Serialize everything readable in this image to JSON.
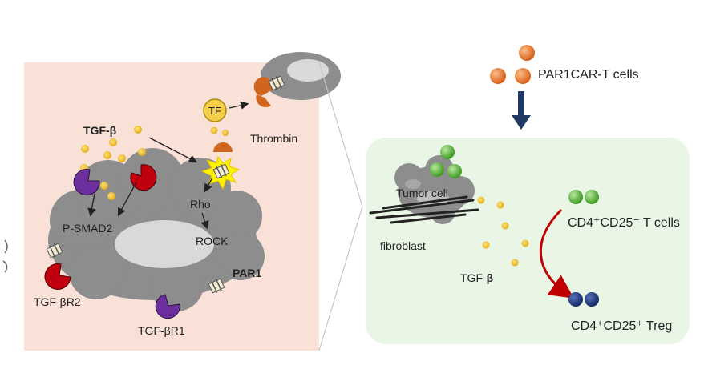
{
  "left_panel": {
    "tgfb_label": "TGF-β",
    "tf_label": "TF",
    "thrombin_label": "Thrombin",
    "rho_label": "Rho",
    "rock_label": "ROCK",
    "psmad2_label": "P-SMAD2",
    "par1_label": "PAR1",
    "tgfbr2_label": "TGF-βR2",
    "tgfbr1_label": "TGF-βR1"
  },
  "right_panel": {
    "car_t_label": "PAR1CAR-T cells",
    "tumor_cell_label": "Tumor cell",
    "fibroblast_label": "fibroblast",
    "tgfb_label": "TGF-",
    "tgfb_beta": "β",
    "tcells_label": "CD4⁺CD25⁻ T cells",
    "treg_label": "CD4⁺CD25⁺ Treg"
  },
  "colors": {
    "left_bg": "#f9e1d8",
    "right_bg": "#e9f6e6",
    "cell_gray": "#8d8d8d",
    "nucleus": "#d9d9d9",
    "tgfb_dot": "#f2c130",
    "receptor_red": "#c0000f",
    "receptor_purple": "#6e2f9e",
    "thrombin": "#d0661e",
    "car_t": "#e87a28",
    "tcell_green": "#5fb83a",
    "treg_blue": "#1f3a80",
    "arrow_navy": "#1f3864",
    "arrow_red": "#c00000"
  }
}
